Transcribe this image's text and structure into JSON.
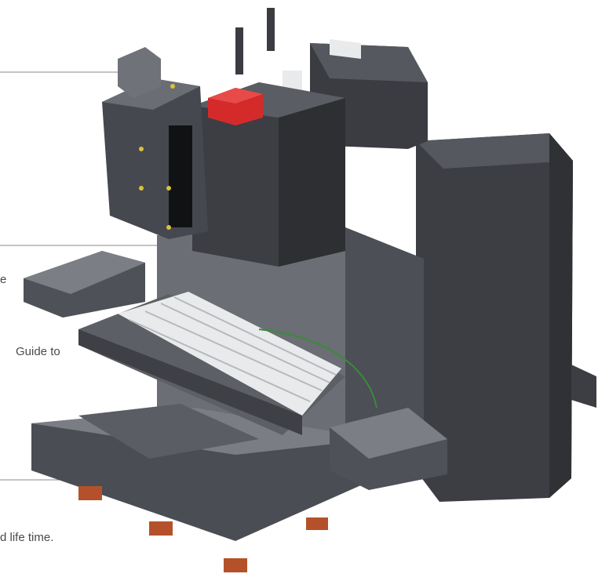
{
  "callouts": {
    "c1_fragment": "e",
    "c2_fragment": "Guide to",
    "c3_fragment": "d life time."
  },
  "colors": {
    "machine_dark": "#3c3e43",
    "machine_mid": "#55585e",
    "machine_light": "#8b8e94",
    "table_white": "#e9eaec",
    "spindle_red": "#d42a2a",
    "feet_orange": "#b5512a",
    "accent_yellow": "#d9c23a",
    "leader_line": "#8a8a8a"
  }
}
